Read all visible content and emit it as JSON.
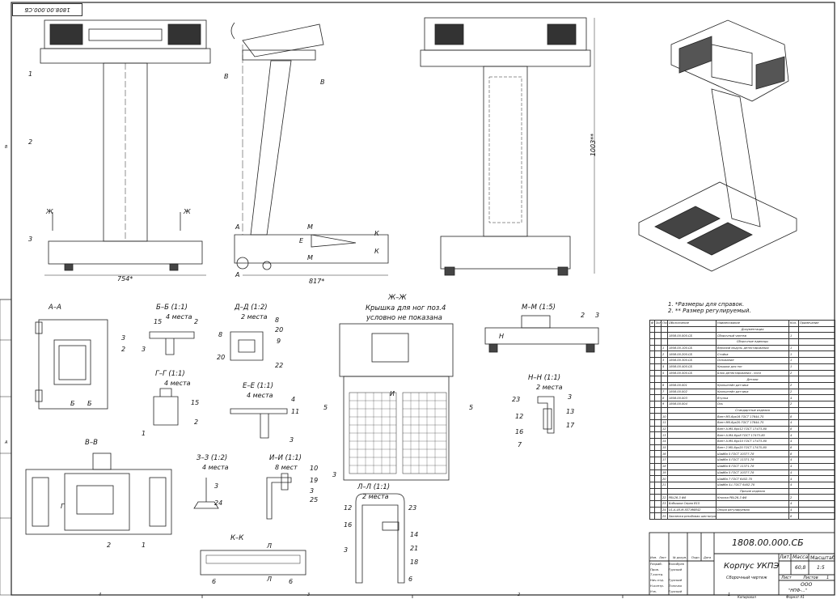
{
  "stamp_top": "1808.00.000.СБ",
  "views": {
    "aa": "А–А",
    "bb": "Б–Б (1:1)",
    "bb_n": "4 места",
    "dd": "Д–Д (1:2)",
    "dd_n": "2 места",
    "zhzh": "Ж–Ж",
    "zhzh_note1": "Крышка для ног поз.4",
    "zhzh_note2": "условно не показана",
    "mm": "М–М (1:5)",
    "gg": "Г–Г (1:1)",
    "gg_n": "4 места",
    "ee": "Е–Е (1:1)",
    "ee_n": "4 места",
    "nn": "Н–Н (1:1)",
    "nn_n": "2 места",
    "vv": "В–В",
    "zz": "З–З (1:2)",
    "zz_n": "4 места",
    "ii": "И–И (1:1)",
    "ii_n": "8 мест",
    "ll": "Л–Л (1:1)",
    "ll_n": "2 места",
    "kk": "К–К"
  },
  "dimensions": {
    "width_front": "754*",
    "width_side": "817*",
    "height": "1003**"
  },
  "notes": [
    "1.   *Размеры для справок.",
    "2.   ** Размер регулируемый."
  ],
  "callouts": {
    "c1": "1",
    "c2": "2",
    "c3": "3",
    "b1": "В",
    "b2": "В",
    "zh1": "Ж",
    "zh2": "Ж",
    "a1": "А",
    "a2": "А",
    "m1": "М",
    "m2": "М",
    "e1": "Е",
    "k1": "К",
    "k2": "К",
    "aa2": "2",
    "aa3": "3",
    "aab1": "Б",
    "aab2": "Б",
    "bb15": "15",
    "bb2": "2",
    "bb3": "3",
    "gg15": "15",
    "gg1": "1",
    "gg2": "2",
    "dd8a": "8",
    "dd8b": "8",
    "dd20a": "20",
    "dd20b": "20",
    "dd9": "9",
    "dd22": "22",
    "ee4": "4",
    "ee11": "11",
    "ee3": "3",
    "zh5a": "5",
    "zh5b": "5",
    "zh3": "3",
    "zhi": "И",
    "mm2": "2",
    "mm3": "3",
    "mmn": "Н",
    "nn23": "23",
    "nn3": "3",
    "nn12": "12",
    "nn13": "13",
    "nn16": "16",
    "nn17": "17",
    "nn7": "7",
    "vv2": "2",
    "vv1": "1",
    "vvg": "Г",
    "zz3": "3",
    "zz24": "24",
    "ii10": "10",
    "ii19": "19",
    "ii3": "3",
    "ii25": "25",
    "ll12": "12",
    "ll16": "16",
    "ll23": "23",
    "ll14": "14",
    "ll21": "21",
    "ll18": "18",
    "ll3": "3",
    "ll6": "6",
    "kk6a": "6",
    "kk6b": "6",
    "kkl1": "Л",
    "kkl2": "Л"
  },
  "border_zones": {
    "bottom": [
      "4",
      "3",
      "2",
      "1"
    ],
    "left": [
      "В",
      "А"
    ]
  },
  "parts_list": {
    "headers": [
      "Ф",
      "Зона",
      "Поз.",
      "Обозначение",
      "Наименование",
      "Кол.",
      "Примечание"
    ],
    "rows": [
      {
        "section": "Документация"
      },
      {
        "pos": "",
        "des": "1808.00.000.СБ",
        "name": "Сборочный чертеж",
        "qty": "1"
      },
      {
        "section": "Сборочные единицы"
      },
      {
        "pos": "1",
        "des": "1808.00.100.СБ",
        "name": "Верхний модуль детектирования",
        "qty": "1"
      },
      {
        "pos": "2",
        "des": "1808.00.200.СБ",
        "name": "Стойка",
        "qty": "1"
      },
      {
        "pos": "3",
        "des": "1808.00.300.СБ",
        "name": "Основание",
        "qty": "1"
      },
      {
        "pos": "4",
        "des": "1808.00.400.СБ",
        "name": "Крышка для ног",
        "qty": "1"
      },
      {
        "pos": "5",
        "des": "1808.00.500.СБ",
        "name": "Блок детектирования - ноги",
        "qty": "2"
      },
      {
        "section": "Детали"
      },
      {
        "pos": "6",
        "des": "1808.00.001",
        "name": "Кронштейн датчика",
        "qty": "2"
      },
      {
        "pos": "7",
        "des": "1808.00.002",
        "name": "Кронштейн датчика",
        "qty": "2"
      },
      {
        "pos": "8",
        "des": "1808.00.003",
        "name": "Втулка",
        "qty": "4"
      },
      {
        "pos": "9",
        "des": "1808.00.004",
        "name": "Ось",
        "qty": "2"
      },
      {
        "section": "Стандартные изделия"
      },
      {
        "pos": "10",
        "des": "",
        "name": "Винт М5-6gx16 ГОСТ 17644-75",
        "qty": "8"
      },
      {
        "pos": "11",
        "des": "",
        "name": "Винт М6-6gx20 ГОСТ 17644-75",
        "qty": "4"
      },
      {
        "pos": "12",
        "des": "",
        "name": "Винт А.М5-6gx12 ГОСТ 17473-80",
        "qty": "8"
      },
      {
        "pos": "13",
        "des": "",
        "name": "Винт А.М4-6gx8 ГОСТ 17473-80",
        "qty": "4"
      },
      {
        "pos": "14",
        "des": "",
        "name": "Винт А.М5-6gx10 ГОСТ 17473-80",
        "qty": "4"
      },
      {
        "pos": "15",
        "des": "",
        "name": "Винт 2.М5-6gx20 ГОСТ 17475-80",
        "qty": "8"
      },
      {
        "pos": "16",
        "des": "",
        "name": "Шайба 5 ГОСТ 10377-78",
        "qty": "8"
      },
      {
        "pos": "17",
        "des": "",
        "name": "Шайба 4 ГОСТ 11371-78",
        "qty": "4"
      },
      {
        "pos": "18",
        "des": "",
        "name": "Шайба 6 ГОСТ 11371-78",
        "qty": "4"
      },
      {
        "pos": "19",
        "des": "",
        "name": "Шайба 5 ГОСТ 10377-78",
        "qty": "4"
      },
      {
        "pos": "20",
        "des": "",
        "name": "Шайба 7 ГОСТ 6402-70",
        "qty": "4"
      },
      {
        "pos": "21",
        "des": "",
        "name": "Шайба 4.L ГОСТ 6402-70",
        "qty": "4"
      },
      {
        "section": "Прочие изделия"
      },
      {
        "pos": "22",
        "des": "PBL26-3 Ф8",
        "name": "Кнопка PBL26-3 Ф8",
        "qty": "2"
      },
      {
        "pos": "23",
        "des": "Бобышка Серия В15",
        "name": "",
        "qty": "4"
      },
      {
        "pos": "24",
        "des": "LS-A-48-M-SST-M6B42",
        "name": "Опора регулируемая",
        "qty": "4"
      },
      {
        "pos": "25",
        "des": "Заклепка резьбовая шестигранная М5",
        "name": "",
        "qty": "8"
      }
    ]
  },
  "title_block": {
    "designation": "1808.00.000.СБ",
    "name": "Корпус УКПЭ",
    "doc_type": "Сборочный чертеж",
    "lit_label": "Лит.",
    "mass_label": "Масса",
    "scale_label": "Масштаб",
    "mass": "60,8",
    "scale": "1:5",
    "sheet_label": "Лист",
    "sheets_label": "Листов",
    "sheets": "1",
    "org1": "ООО",
    "org2": "\"НПФ-...\"",
    "roles": [
      "Изм.",
      "Лист",
      "№ докум.",
      "Подп.",
      "Дата"
    ],
    "signers": [
      {
        "role": "Разраб.",
        "name": "Волобуев"
      },
      {
        "role": "Пров.",
        "name": "Гурский"
      },
      {
        "role": "Т.контр.",
        "name": ""
      },
      {
        "role": "Нач.отд.",
        "name": "Гурский"
      },
      {
        "role": "Н.контр.",
        "name": "Толочко"
      },
      {
        "role": "Утв.",
        "name": "Гурский"
      }
    ],
    "copied": "Копировал",
    "format": "Формат А1"
  }
}
